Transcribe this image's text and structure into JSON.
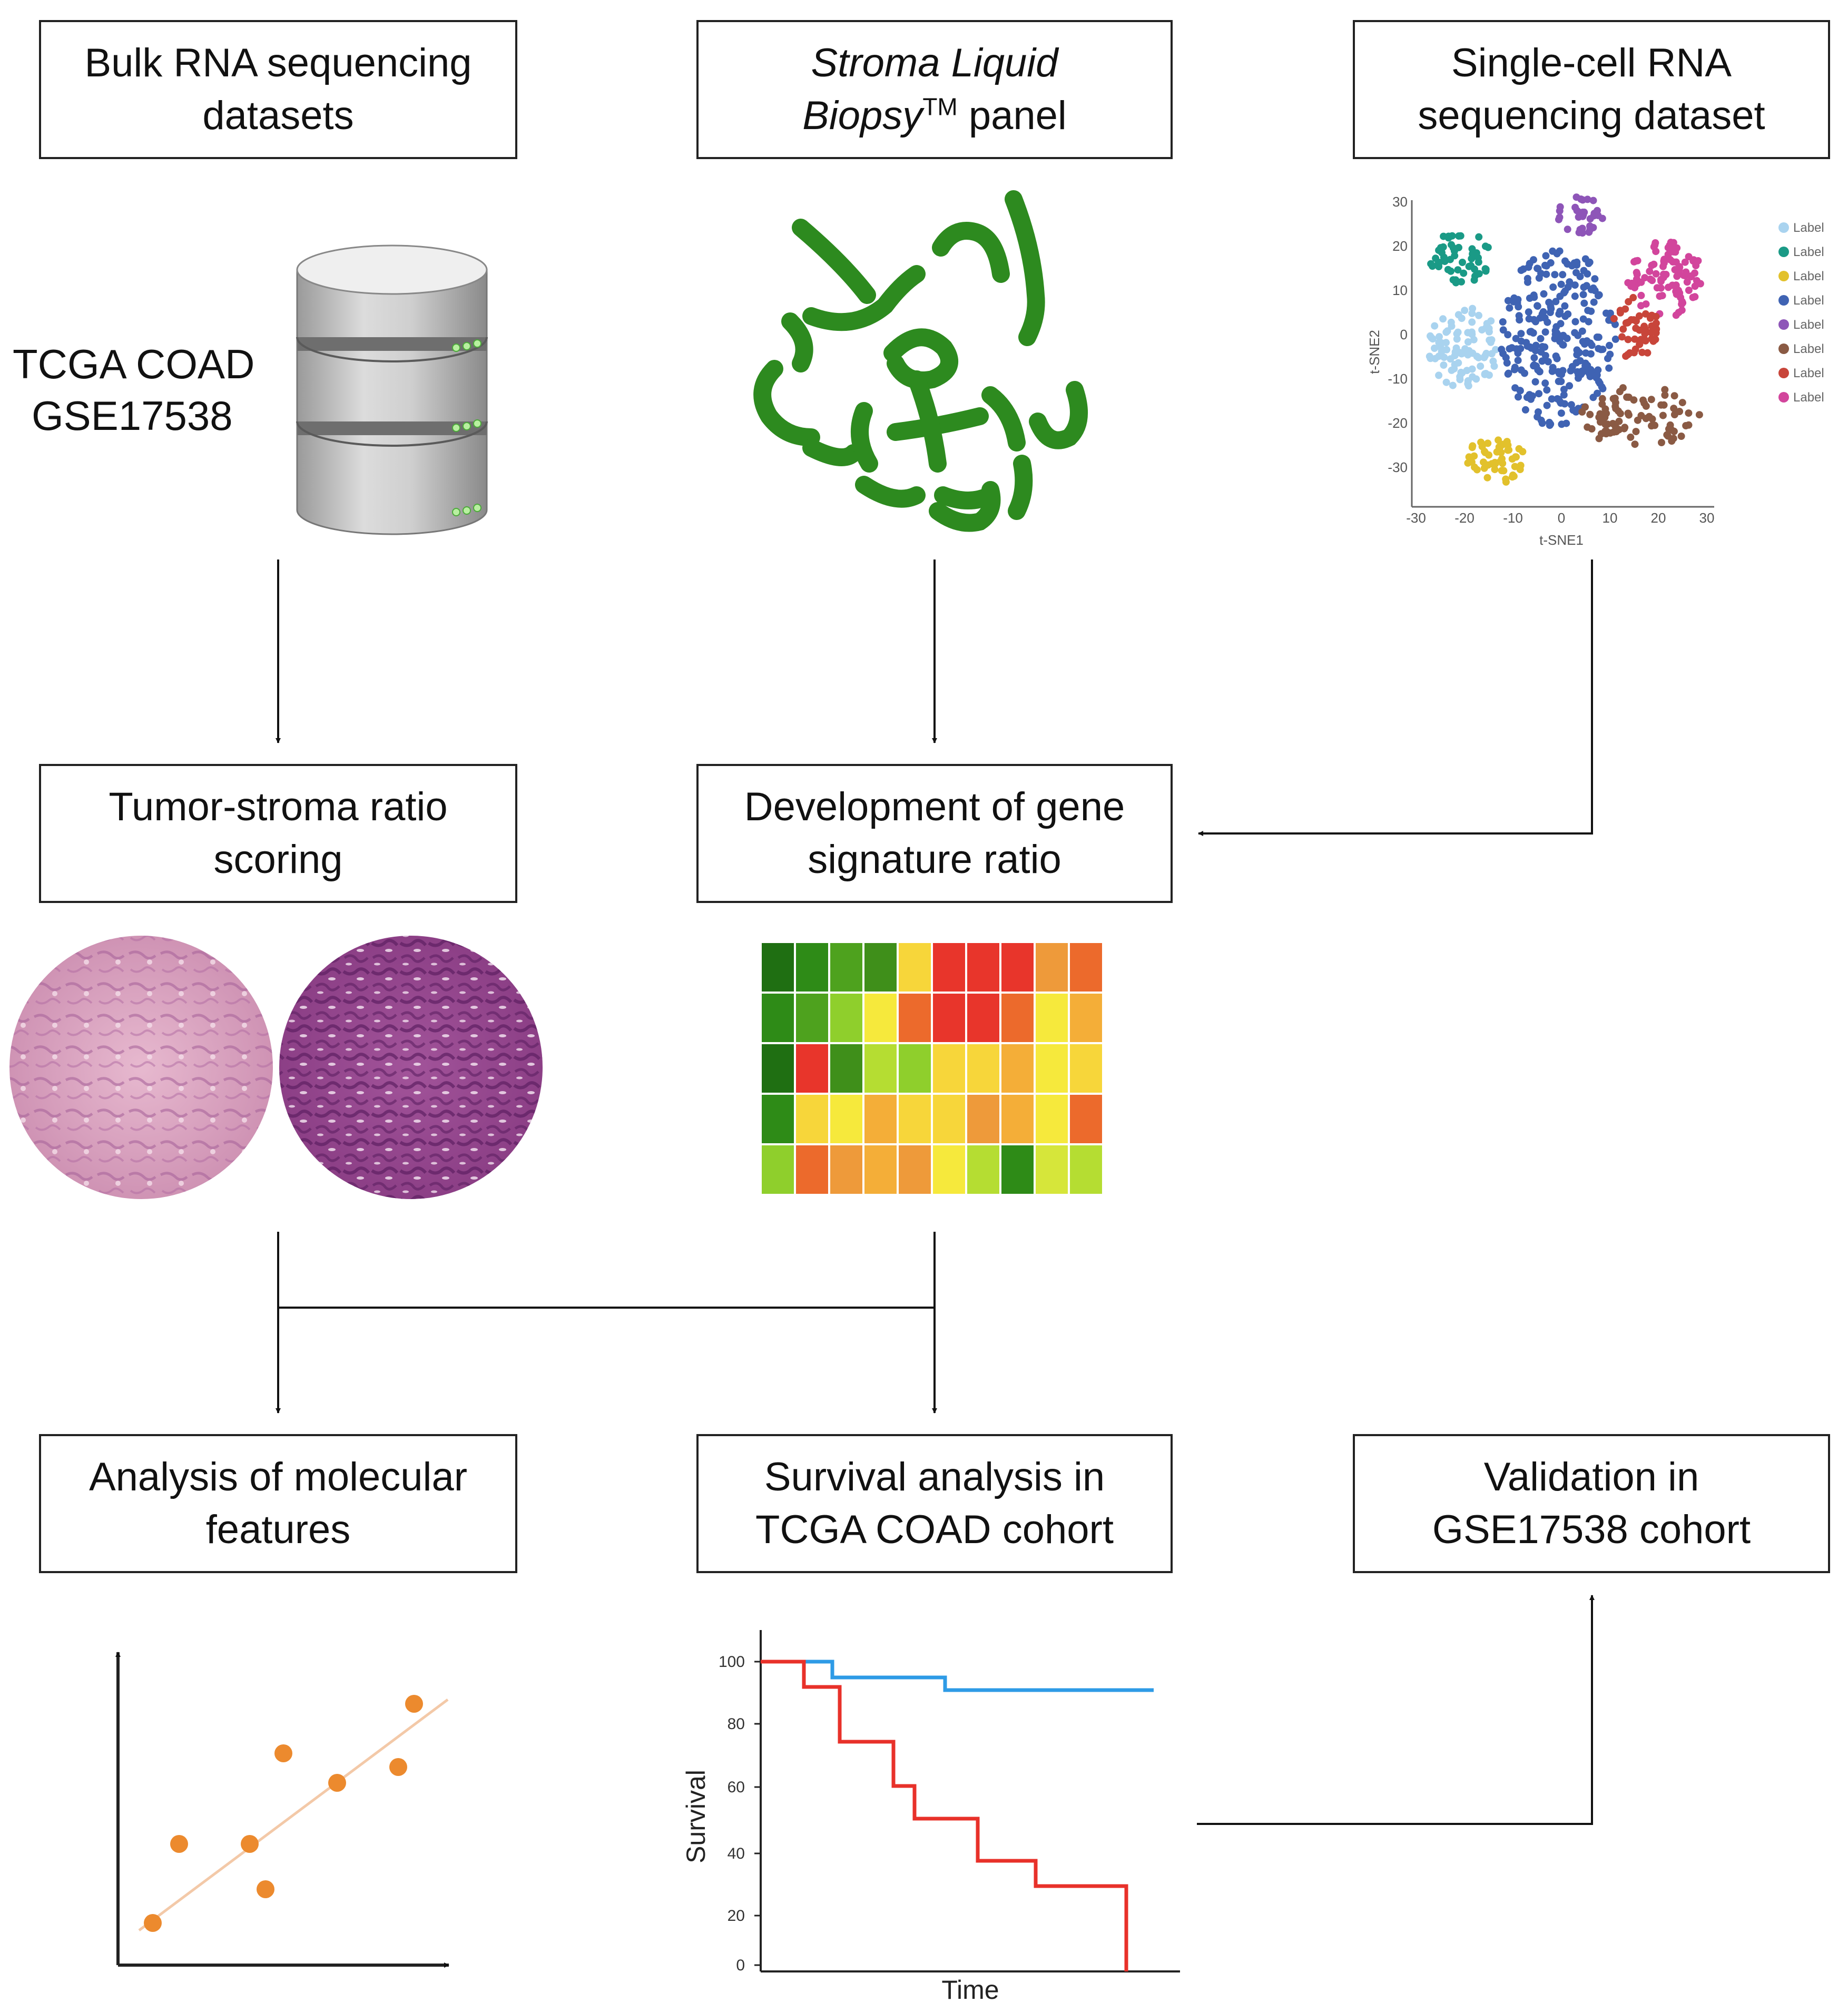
{
  "boxes": {
    "bulk_rna": {
      "line1": "Bulk RNA sequencing",
      "line2": "datasets"
    },
    "stroma_panel": {
      "line1": "Stroma Liquid",
      "line2_italic": "Biopsy",
      "line2_sup": "TM",
      "line2_rest": " panel"
    },
    "single_cell": {
      "line1": "Single-cell RNA",
      "line2": "sequencing dataset"
    },
    "tumor_stroma": {
      "line1": "Tumor-stroma ratio",
      "line2": "scoring"
    },
    "gene_signature": {
      "line1": "Development of gene",
      "line2": "signature ratio"
    },
    "molecular": {
      "line1": "Analysis of molecular",
      "line2": "features"
    },
    "survival": {
      "line1": "Survival analysis in",
      "line2": "TCGA COAD cohort"
    },
    "validation": {
      "line1": "Validation in",
      "line2": "GSE17538 cohort"
    }
  },
  "datasets_label": {
    "line1": "TCGA COAD",
    "line2": "GSE17538"
  },
  "tsne": {
    "xlabel": "t-SNE1",
    "ylabel": "t-SNE2",
    "x_ticks": [
      "-30",
      "-20",
      "-10",
      "0",
      "10",
      "20",
      "30"
    ],
    "y_ticks": [
      "30",
      "20",
      "10",
      "0",
      "-10",
      "-20",
      "-30"
    ],
    "legend": [
      {
        "label": "Label",
        "color": "#a9d3ef"
      },
      {
        "label": "Label",
        "color": "#1a9a86"
      },
      {
        "label": "Label",
        "color": "#e2c12c"
      },
      {
        "label": "Label",
        "color": "#3f63b3"
      },
      {
        "label": "Label",
        "color": "#8e55b8"
      },
      {
        "label": "Label",
        "color": "#8a5a44"
      },
      {
        "label": "Label",
        "color": "#c8453a"
      },
      {
        "label": "Label",
        "color": "#d2459c"
      }
    ]
  },
  "survival_plot": {
    "ylabel": "Survival",
    "xlabel": "Time",
    "y_ticks": [
      "100",
      "80",
      "60",
      "40",
      "20",
      "0"
    ],
    "colors": {
      "blue": "#2e9be6",
      "red": "#e8312a"
    }
  },
  "heatmap": {
    "rows": [
      [
        "#1f6f12",
        "#2e8b17",
        "#4ea21e",
        "#3f8f1a",
        "#f7d63a",
        "#e8352b",
        "#e8352b",
        "#e8352b",
        "#ee9a3a",
        "#ec6a2c"
      ],
      [
        "#2e8b17",
        "#4ea21e",
        "#8fcf2c",
        "#f6e93c",
        "#ec6a2c",
        "#e8352b",
        "#e8352b",
        "#ec6a2c",
        "#f6e93c",
        "#f4ae38"
      ],
      [
        "#1f6f12",
        "#e8352b",
        "#3f8f1a",
        "#b5dd32",
        "#8fcf2c",
        "#f7d63a",
        "#f7d63a",
        "#f4ae38",
        "#f6e93c",
        "#f7d63a"
      ],
      [
        "#2e8b17",
        "#f7d63a",
        "#f6e93c",
        "#f4ae38",
        "#f7d63a",
        "#f7d63a",
        "#ee9a3a",
        "#f4ae38",
        "#f6e93c",
        "#ec6a2c"
      ],
      [
        "#8fcf2c",
        "#ec6a2c",
        "#ee9a3a",
        "#f4ae38",
        "#ee9a3a",
        "#f6e93c",
        "#b5dd32",
        "#2e8b17",
        "#d6e63a",
        "#b5dd32"
      ]
    ]
  },
  "colors": {
    "scatter_dots": "#ec8a2e",
    "trend_line": "#f3c9a8",
    "worm_green": "#2d8a1f",
    "arrow": "#111111"
  }
}
